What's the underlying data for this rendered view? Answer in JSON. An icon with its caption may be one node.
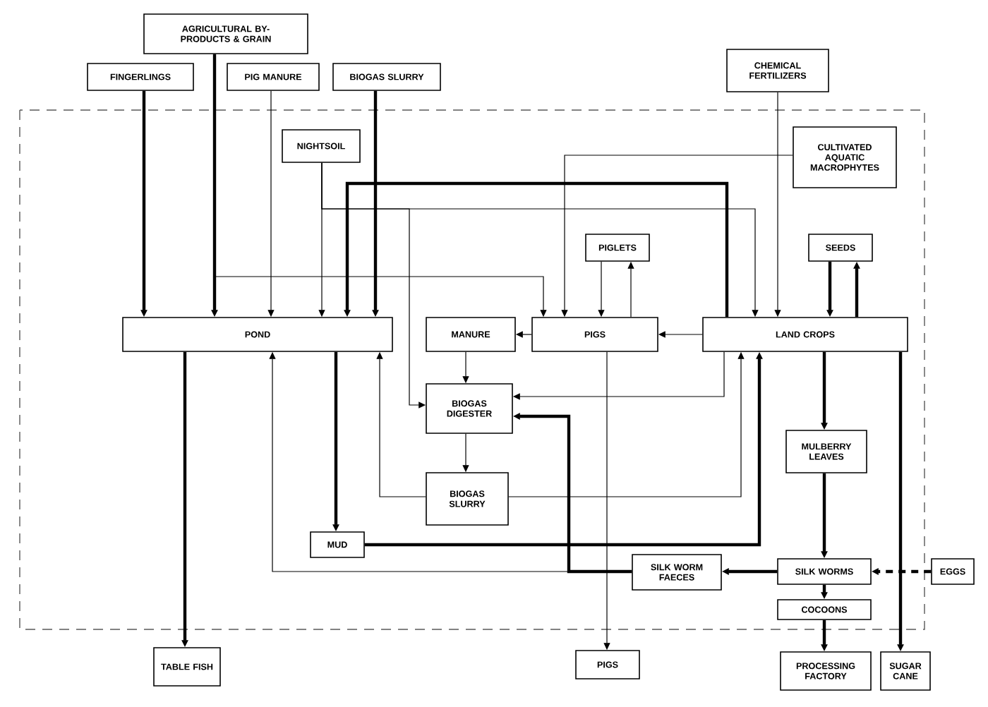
{
  "diagram": {
    "nodes": [
      {
        "text": [
          "AGRICULTURAL BY-PRODUCTS & GRAIN"
        ]
      },
      {
        "text": [
          "FINGERLINGS"
        ]
      },
      {
        "text": [
          "PIG MANURE"
        ]
      },
      {
        "text": [
          "BIOGAS SLURRY"
        ]
      },
      {
        "text": [
          "CHEMICAL FERTILIZERS"
        ]
      },
      {
        "text": [
          "NIGHTSOIL"
        ]
      },
      {
        "text": [
          "CULTIVATED AQUATIC MACROPHYTES"
        ]
      },
      {
        "text": [
          "PIGLETS"
        ]
      },
      {
        "text": [
          "SEEDS"
        ]
      },
      {
        "text": [
          "POND"
        ]
      },
      {
        "text": [
          "MANURE"
        ]
      },
      {
        "text": [
          "PIGS"
        ]
      },
      {
        "text": [
          "LAND CROPS"
        ]
      },
      {
        "text": [
          "BIOGAS DIGESTER"
        ]
      },
      {
        "text": [
          "BIOGAS SLURRY"
        ]
      },
      {
        "text": [
          "MULBERRY LEAVES"
        ]
      },
      {
        "text": [
          "MUD"
        ]
      },
      {
        "text": [
          "SILK WORM FAECES"
        ]
      },
      {
        "text": [
          "SILK WORMS"
        ]
      },
      {
        "text": [
          "EGGS"
        ]
      },
      {
        "text": [
          "COCOONS"
        ]
      },
      {
        "text": [
          "TABLE FISH"
        ]
      },
      {
        "text": [
          "PIGS"
        ]
      },
      {
        "text": [
          "PROCESSING FACTORY"
        ]
      },
      {
        "text": [
          "SUGAR CANE"
        ]
      }
    ],
    "edges": [
      {
        "from": 1,
        "to": 9,
        "arrow": "to",
        "style": "thick"
      },
      {
        "from": 0,
        "to": 9,
        "arrow": "to",
        "style": "thick"
      },
      {
        "from": 0,
        "to": 11,
        "arrow": "to"
      },
      {
        "from": 2,
        "to": 9,
        "arrow": "to"
      },
      {
        "from": 5,
        "to": 9,
        "arrow": "to"
      },
      {
        "from": 5,
        "to": 12,
        "arrow": "to"
      },
      {
        "from": 5,
        "to": 13,
        "arrow": "to"
      },
      {
        "from": 3,
        "to": 9,
        "arrow": "to",
        "style": "thick"
      },
      {
        "from": 12,
        "to": 9,
        "arrow": "to",
        "style": "thick"
      },
      {
        "from": 6,
        "to": 11,
        "arrow": "to"
      },
      {
        "from": 4,
        "to": 12,
        "arrow": "to"
      },
      {
        "from": 7,
        "to": 11,
        "arrow": "to"
      },
      {
        "from": 11,
        "to": 7,
        "arrow": "to"
      },
      {
        "from": 8,
        "to": 12,
        "arrow": "to",
        "style": "thick"
      },
      {
        "from": 12,
        "to": 8,
        "arrow": "to",
        "style": "thick"
      },
      {
        "from": 12,
        "to": 11,
        "arrow": "to"
      },
      {
        "from": 11,
        "to": 10,
        "arrow": "to"
      },
      {
        "from": 10,
        "to": 13,
        "arrow": "to"
      },
      {
        "from": 11,
        "to": 22,
        "arrow": "to"
      },
      {
        "from": 9,
        "to": 21,
        "arrow": "to",
        "style": "thick"
      },
      {
        "from": 9,
        "to": 16,
        "arrow": "to",
        "style": "thick"
      },
      {
        "from": 13,
        "to": 14,
        "arrow": "to"
      },
      {
        "from": 14,
        "to": 9,
        "arrow": "to"
      },
      {
        "from": 14,
        "to": 12,
        "arrow": "to"
      },
      {
        "from": 12,
        "to": 13,
        "arrow": "to"
      },
      {
        "from": 16,
        "to": 12,
        "arrow": "to",
        "style": "thick"
      },
      {
        "from": 17,
        "to": 13,
        "arrow": "to",
        "style": "thick"
      },
      {
        "from": 17,
        "to": 9,
        "arrow": "to"
      },
      {
        "from": 12,
        "to": 15,
        "arrow": "to",
        "style": "thick"
      },
      {
        "from": 15,
        "to": 18,
        "arrow": "to",
        "style": "thick"
      },
      {
        "from": 18,
        "to": 17,
        "arrow": "to",
        "style": "thick"
      },
      {
        "from": 19,
        "to": 18,
        "arrow": "to",
        "style": "dashed"
      },
      {
        "from": 18,
        "to": 20,
        "arrow": "to",
        "style": "thick"
      },
      {
        "from": 20,
        "to": 23,
        "arrow": "to",
        "style": "thick"
      },
      {
        "from": 12,
        "to": 24,
        "arrow": "to",
        "style": "thick"
      }
    ]
  }
}
